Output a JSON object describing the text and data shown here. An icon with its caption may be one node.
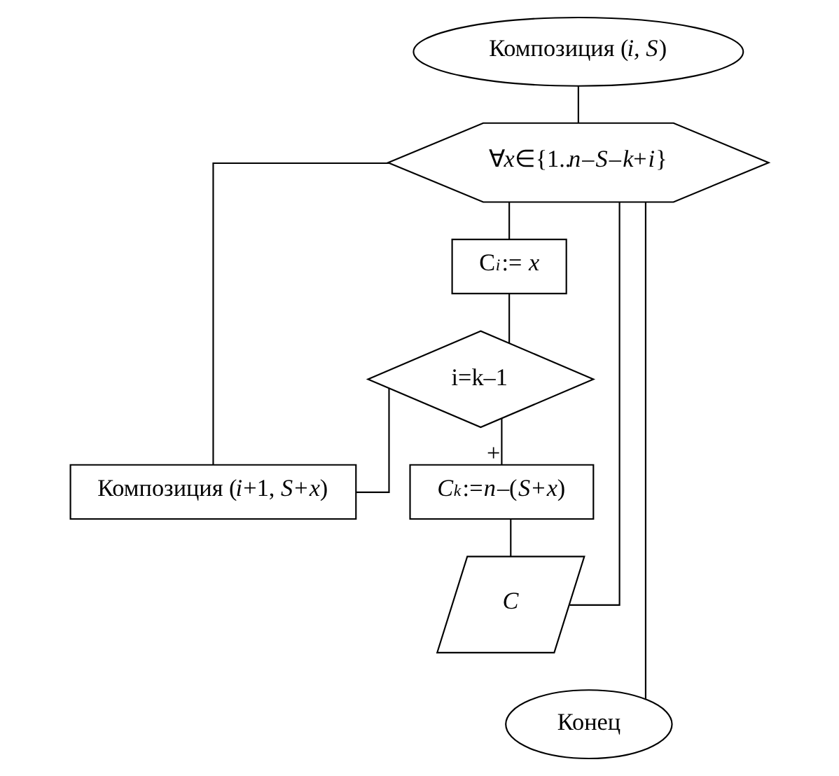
{
  "diagram": {
    "nodes": [
      {
        "text": [
          "Композиция (*i, S*)"
        ]
      },
      {
        "text": [
          "∀*x*∈{1..*n*–*S*–*k*+*i*}"
        ]
      },
      {
        "text": [
          "C$_{i}$:= *x*"
        ]
      },
      {
        "text": [
          "i=k–1"
        ]
      },
      {
        "text": [
          "Композиция (*i*+1, *S*+*x*)"
        ]
      },
      {
        "text": [
          "*C*$_{k}$:=*n*–(*S*+*x*)"
        ]
      },
      {
        "text": [
          "*C*"
        ]
      },
      {
        "text": [
          "Конец"
        ]
      }
    ],
    "edges": [
      {
        "from": 0,
        "to": 1,
        "arrow": "none"
      },
      {
        "from": 1,
        "to": 2,
        "arrow": "none"
      },
      {
        "from": 2,
        "to": 3,
        "arrow": "none"
      },
      {
        "from": 3,
        "to": 4,
        "arrow": "none"
      },
      {
        "from": 3,
        "to": 5,
        "arrow": "none",
        "label": "+"
      },
      {
        "from": 5,
        "to": 6,
        "arrow": "none"
      },
      {
        "from": 4,
        "to": 1,
        "arrow": "none"
      },
      {
        "from": 6,
        "to": 1,
        "arrow": "none"
      },
      {
        "from": 1,
        "to": 7,
        "arrow": "none"
      }
    ]
  }
}
